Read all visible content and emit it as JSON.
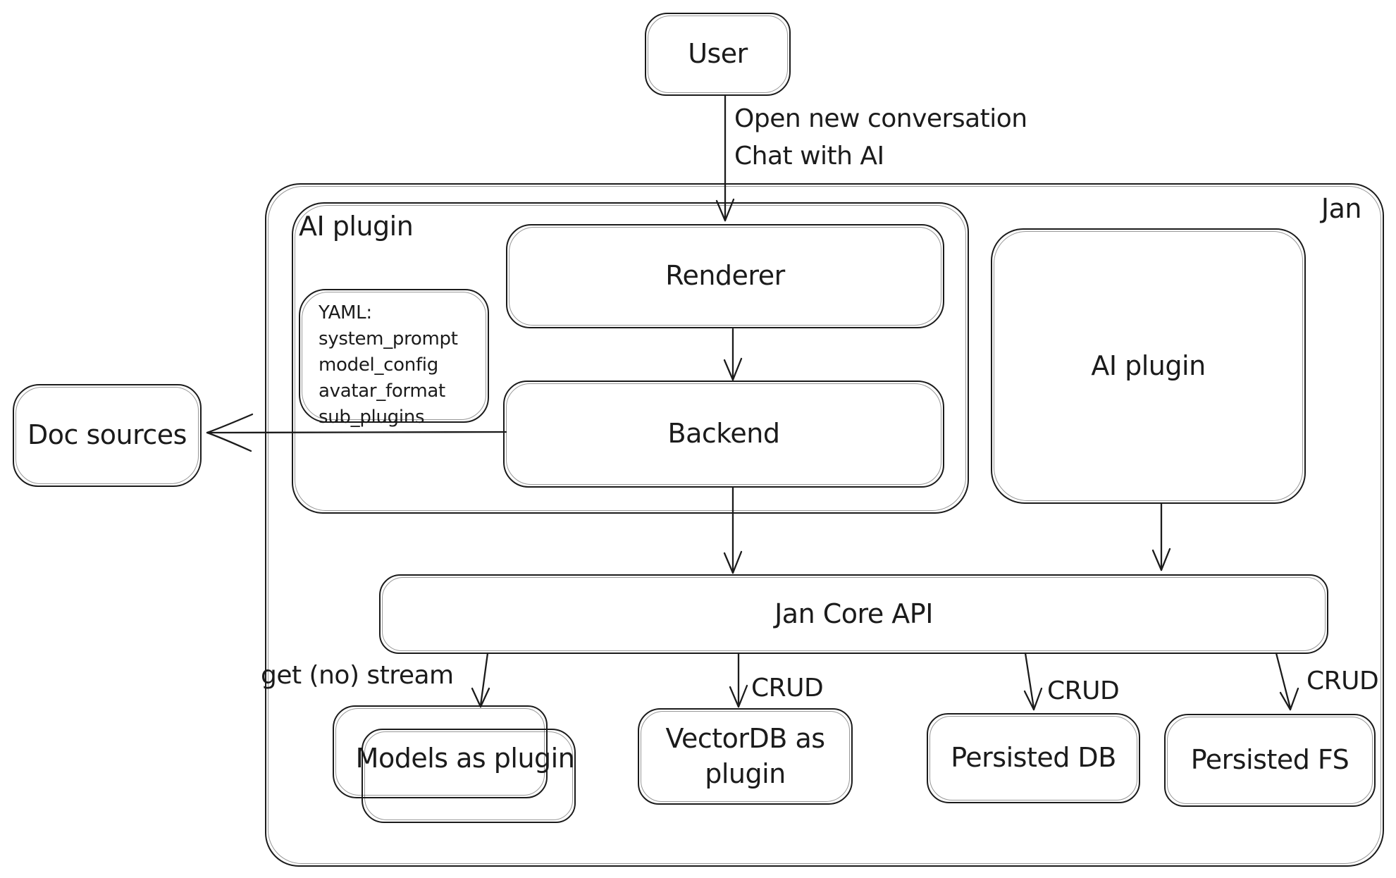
{
  "diagram": {
    "background": "#ffffff",
    "ink": "#1b1b1b",
    "nodes": {
      "user": "User",
      "jan": "Jan",
      "ai_plugin_container": "AI plugin",
      "renderer": "Renderer",
      "backend": "Backend",
      "yaml_note": {
        "lines": [
          "YAML:",
          "system_prompt",
          "model_config",
          "avatar_format",
          "sub_plugins"
        ]
      },
      "doc_sources": "Doc sources",
      "ai_plugin_box": "AI plugin",
      "jan_core_api": "Jan Core API",
      "models_plugin": "Models as plugin",
      "vectordb_plugin": "VectorDB as plugin",
      "persisted_db": "Persisted DB",
      "persisted_fs": "Persisted FS"
    },
    "edges": {
      "user_to_renderer": {
        "label_line1": "Open new conversation",
        "label_line2": "Chat with AI"
      },
      "core_to_models": {
        "label": "get (no) stream"
      },
      "core_to_vectordb": {
        "label": "CRUD"
      },
      "core_to_persisted_db": {
        "label": "CRUD"
      },
      "core_to_persisted_fs": {
        "label": "CRUD"
      }
    }
  }
}
